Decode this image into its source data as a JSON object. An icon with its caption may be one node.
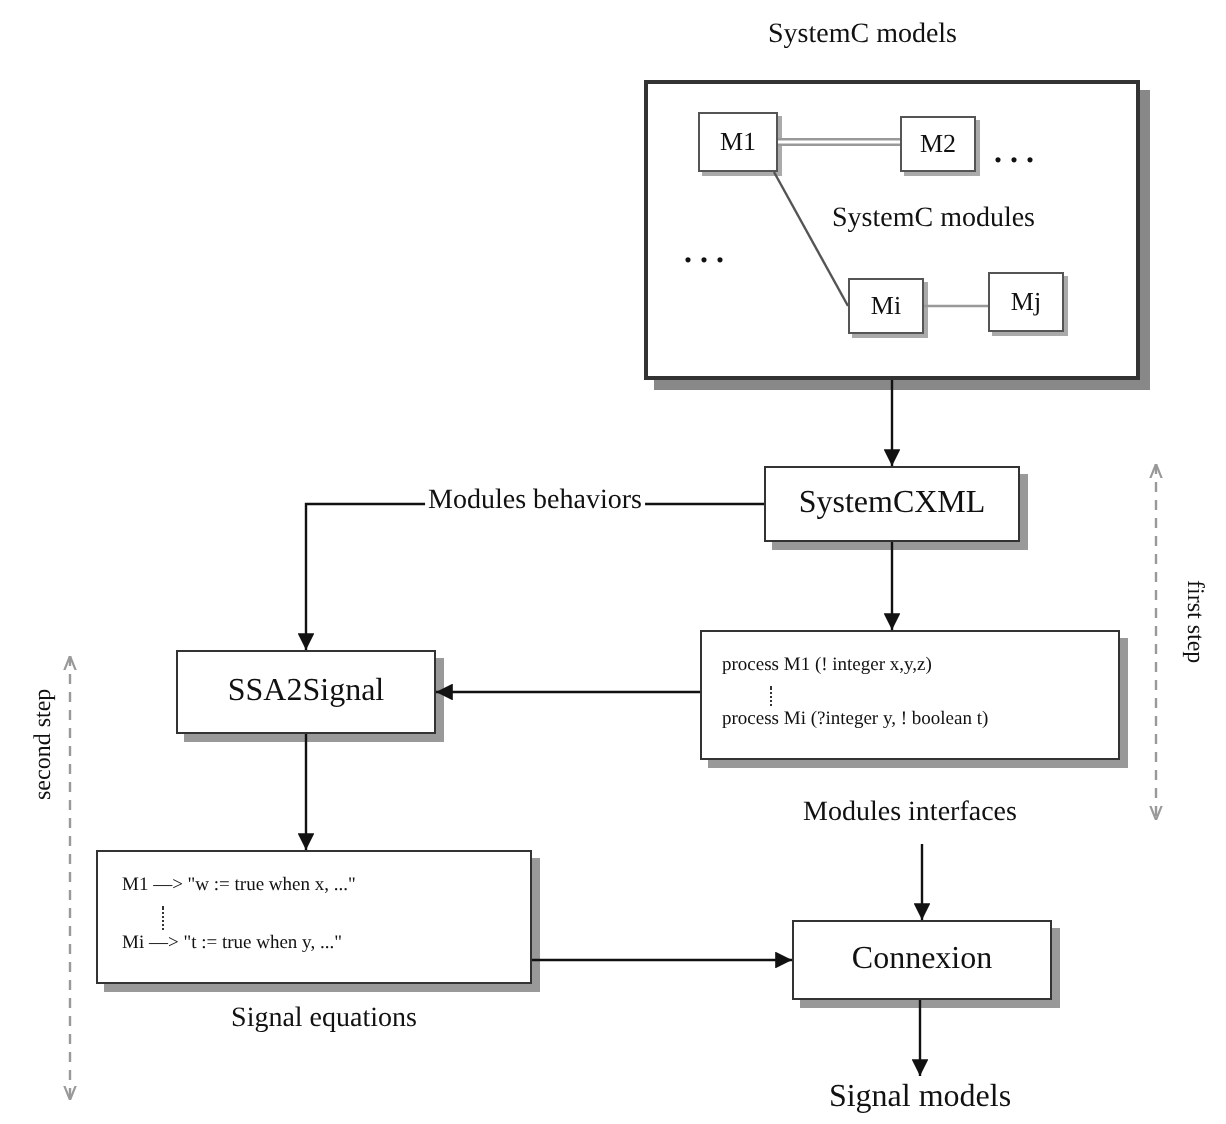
{
  "diagram": {
    "nodes": [
      {
        "text": [
          "SystemC models",
          "SystemC modules"
        ]
      },
      {
        "text": [
          "M1"
        ],
        "in": 0
      },
      {
        "text": [
          "M2"
        ],
        "in": 0
      },
      {
        "text": [
          "Mi"
        ],
        "in": 0
      },
      {
        "text": [
          "Mj"
        ],
        "in": 0
      },
      {
        "text": [
          "SystemCXML"
        ]
      },
      {
        "text": [
          "SSA2Signal"
        ]
      },
      {
        "text": [
          "process M1 (! integer x,y,z)",
          "process Mi (?integer y, ! boolean t)"
        ],
        "beside": [
          "Modules interfaces"
        ]
      },
      {
        "text": [
          "M1 —> \"w := true when x, ...\"",
          "Mi —> \"t := true when y, ...\""
        ],
        "beside": [
          "Signal equations"
        ]
      },
      {
        "text": [
          "Connexion"
        ]
      },
      {
        "text": [
          "Signal models"
        ]
      }
    ],
    "edges": [
      {
        "from": 0,
        "to": 5,
        "arrow": "to"
      },
      {
        "from": 1,
        "to": 2,
        "arrow": "none",
        "style": "thick",
        "color": "#999999"
      },
      {
        "from": 1,
        "to": 3,
        "arrow": "none",
        "color": "#555555"
      },
      {
        "from": 3,
        "to": 4,
        "arrow": "none",
        "color": "#999999"
      },
      {
        "from": 5,
        "to": 6,
        "arrow": "to",
        "label": "Modules behaviors"
      },
      {
        "from": 5,
        "to": 7,
        "arrow": "to"
      },
      {
        "from": 7,
        "to": 6,
        "arrow": "to"
      },
      {
        "from": 6,
        "to": 8,
        "arrow": "to"
      },
      {
        "from": 8,
        "to": 9,
        "arrow": "to"
      },
      {
        "from": 7,
        "to": 9,
        "arrow": "to"
      },
      {
        "from": 9,
        "to": 10,
        "arrow": "to"
      }
    ],
    "labels": [
      ". . .",
      ". . .",
      "first step",
      "second step"
    ]
  }
}
